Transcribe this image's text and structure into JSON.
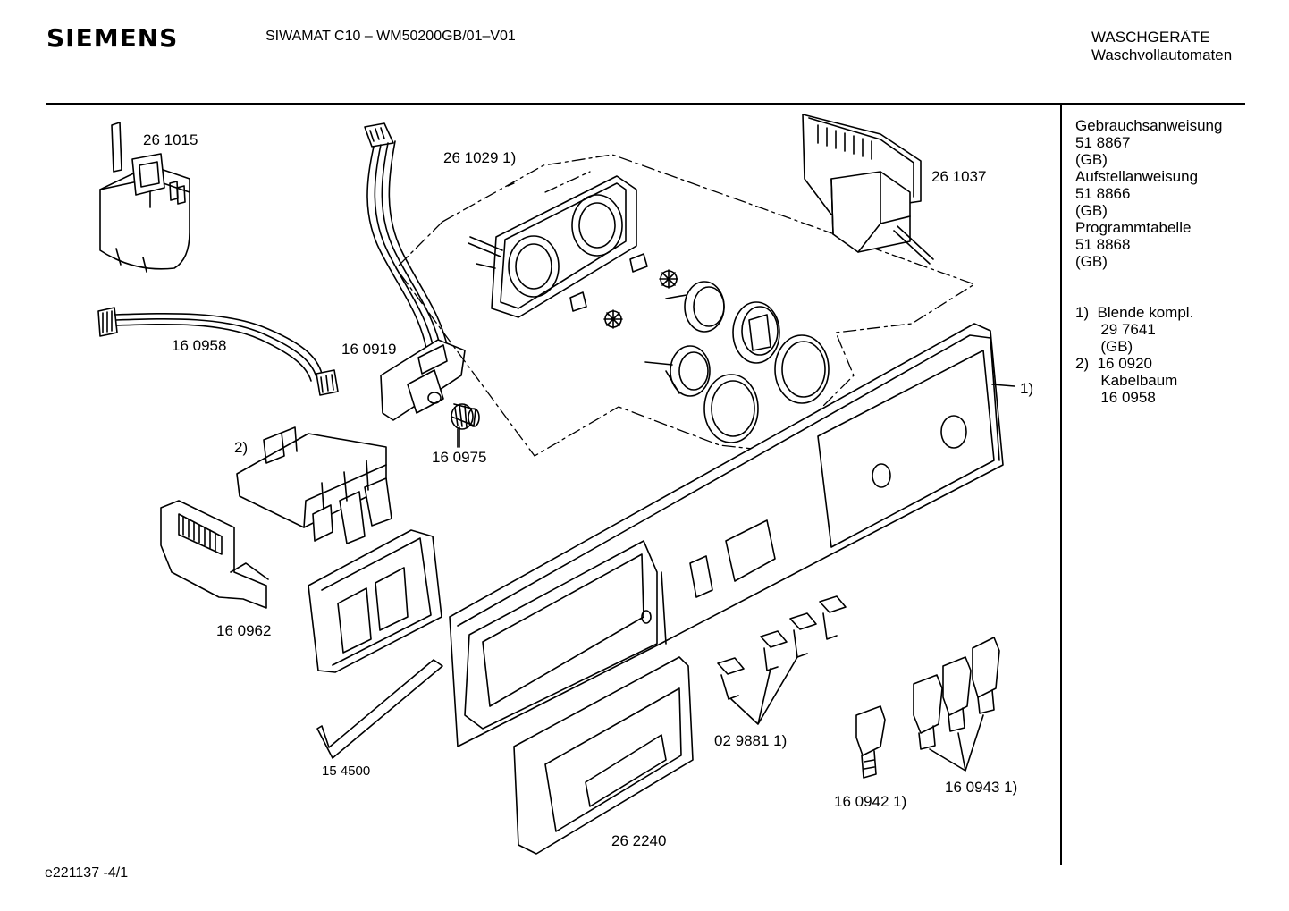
{
  "header": {
    "brand": "SIEMENS",
    "model": "SIWAMAT C10 – WM50200GB/01–V01",
    "category": "WASCHGERÄTE",
    "subcategory": "Waschvollautomaten"
  },
  "sidebar": {
    "lines": [
      "Gebrauchsanweisung",
      "51 8867",
      "(GB)",
      "Aufstellanweisung",
      "51 8866",
      "(GB)",
      "Programmtabelle",
      "51 8868",
      "(GB)"
    ],
    "notes": [
      "1)  Blende kompl.",
      "      29 7641",
      "      (GB)",
      "2)  16 0920",
      "      Kabelbaum",
      "      16 0958"
    ]
  },
  "parts": {
    "p261015": "26 1015",
    "p2610291": "26 1029 1)",
    "p261037": "26 1037",
    "p160958": "16 0958",
    "p160919": "16 0919",
    "p160975": "16 0975",
    "ref2": "2)",
    "ref1": "1)",
    "p160962": "16 0962",
    "p154500": "15 4500",
    "p0298811": "02 9881 1)",
    "p1609421": "16 0942 1)",
    "p1609431": "16 0943 1)",
    "p262240": "26 2240"
  },
  "footer": {
    "code": "e221137 -4/1"
  }
}
